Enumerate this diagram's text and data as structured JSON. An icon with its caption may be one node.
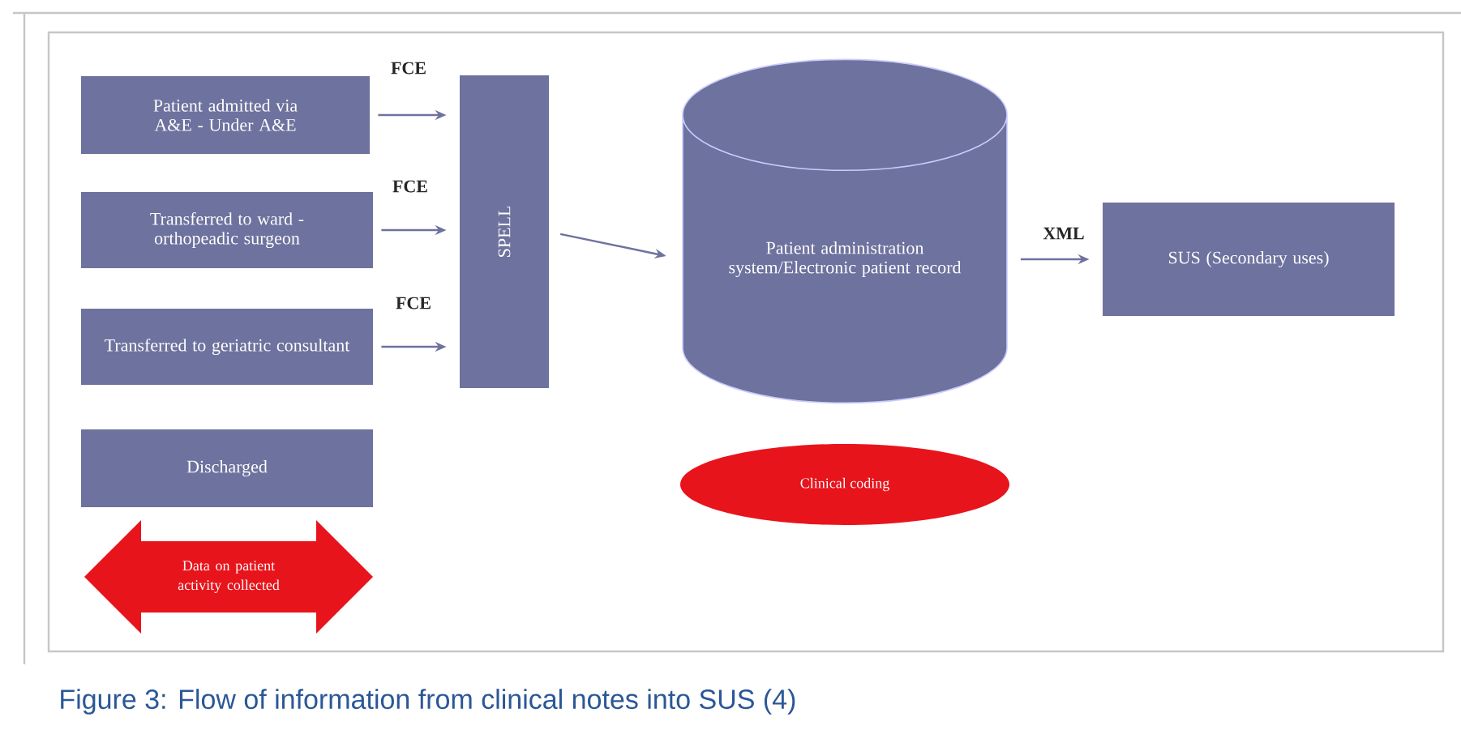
{
  "diagram": {
    "caption": "Figure 3: Flow of information from clinical notes into SUS (4)",
    "nodes": [
      {
        "text": [
          "Patient admitted via A&E - Under A&E"
        ]
      },
      {
        "text": [
          "Transferred to ward - orthopeadic surgeon"
        ]
      },
      {
        "text": [
          "Transferred to geriatric consultant"
        ]
      },
      {
        "text": [
          "Discharged"
        ]
      },
      {
        "text": [
          "SPELL"
        ]
      },
      {
        "text": [
          "Patient administration system/Electronic patient record"
        ]
      },
      {
        "text": [
          "SUS (Secondary uses)"
        ]
      },
      {
        "text": [
          "Clinical coding"
        ]
      },
      {
        "text": [
          "Data on patient activity collected"
        ]
      }
    ],
    "edges": [
      {
        "from": 0,
        "to": 4,
        "arrow": "to",
        "label": "FCE"
      },
      {
        "from": 1,
        "to": 4,
        "arrow": "to",
        "label": "FCE"
      },
      {
        "from": 2,
        "to": 4,
        "arrow": "to",
        "label": "FCE"
      },
      {
        "from": 4,
        "to": 5,
        "arrow": "to"
      },
      {
        "from": 5,
        "to": 6,
        "arrow": "to",
        "label": "XML"
      }
    ]
  }
}
